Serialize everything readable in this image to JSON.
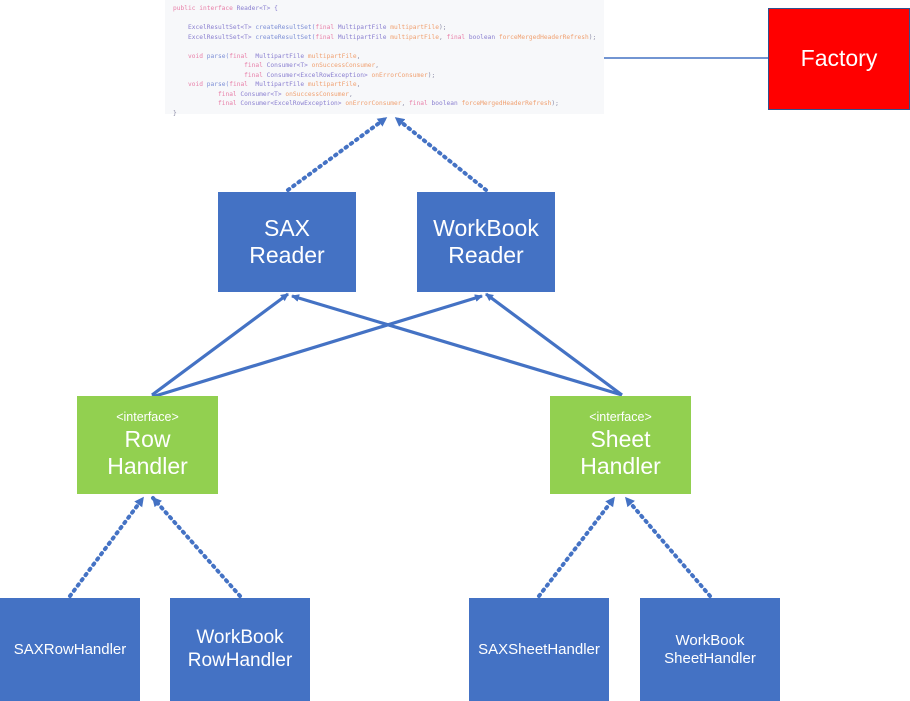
{
  "diagram": {
    "title": "Excel Reader UML class diagram",
    "colors": {
      "blue_class": "#4472C4",
      "green_interface": "#92D050",
      "red_factory": "#FF0000",
      "factory_border": "#2F528F",
      "edge_blue": "#4472C4",
      "code_bg": "#f7f8fa"
    }
  },
  "code": {
    "lines": [
      [
        {
          "t": "public interface ",
          "c": "kw"
        },
        {
          "t": "Reader<T> {",
          "c": "type"
        }
      ],
      [
        {
          "t": "",
          "c": "pl"
        }
      ],
      [
        {
          "t": "    ExcelResultSet<T> ",
          "c": "type"
        },
        {
          "t": "createResultSet(",
          "c": "fn"
        },
        {
          "t": "final",
          "c": "kw"
        },
        {
          "t": " MultipartFile ",
          "c": "type"
        },
        {
          "t": "multipartFile",
          "c": "var"
        },
        {
          "t": ");",
          "c": "punct"
        }
      ],
      [
        {
          "t": "    ExcelResultSet<T> ",
          "c": "type"
        },
        {
          "t": "createResultSet(",
          "c": "fn"
        },
        {
          "t": "final",
          "c": "kw"
        },
        {
          "t": " MultipartFile ",
          "c": "type"
        },
        {
          "t": "multipartFile",
          "c": "var"
        },
        {
          "t": ", ",
          "c": "punct"
        },
        {
          "t": "final",
          "c": "kw"
        },
        {
          "t": " boolean ",
          "c": "type"
        },
        {
          "t": "forceMergedHeaderRefresh",
          "c": "var"
        },
        {
          "t": ");",
          "c": "punct"
        }
      ],
      [
        {
          "t": "",
          "c": "pl"
        }
      ],
      [
        {
          "t": "    void ",
          "c": "kw"
        },
        {
          "t": "parse(",
          "c": "fn"
        },
        {
          "t": "final",
          "c": "kw"
        },
        {
          "t": "  MultipartFile ",
          "c": "type"
        },
        {
          "t": "multipartFile",
          "c": "var"
        },
        {
          "t": ",",
          "c": "punct"
        }
      ],
      [
        {
          "t": "                   ",
          "c": "pl"
        },
        {
          "t": "final",
          "c": "kw"
        },
        {
          "t": " Consumer<T> ",
          "c": "type"
        },
        {
          "t": "onSuccessConsumer",
          "c": "var"
        },
        {
          "t": ",",
          "c": "punct"
        }
      ],
      [
        {
          "t": "                   ",
          "c": "pl"
        },
        {
          "t": "final",
          "c": "kw"
        },
        {
          "t": " Consumer<ExcelRowException> ",
          "c": "type"
        },
        {
          "t": "onErrorConsumer",
          "c": "var"
        },
        {
          "t": ");",
          "c": "punct"
        }
      ],
      [
        {
          "t": "    void ",
          "c": "kw"
        },
        {
          "t": "parse(",
          "c": "fn"
        },
        {
          "t": "final",
          "c": "kw"
        },
        {
          "t": "  MultipartFile ",
          "c": "type"
        },
        {
          "t": "multipartFile",
          "c": "var"
        },
        {
          "t": ",",
          "c": "punct"
        }
      ],
      [
        {
          "t": "            ",
          "c": "pl"
        },
        {
          "t": "final",
          "c": "kw"
        },
        {
          "t": " Consumer<T> ",
          "c": "type"
        },
        {
          "t": "onSuccessConsumer",
          "c": "var"
        },
        {
          "t": ",",
          "c": "punct"
        }
      ],
      [
        {
          "t": "            ",
          "c": "pl"
        },
        {
          "t": "final",
          "c": "kw"
        },
        {
          "t": " Consumer<ExcelRowException> ",
          "c": "type"
        },
        {
          "t": "onErrorConsumer",
          "c": "var"
        },
        {
          "t": ", ",
          "c": "punct"
        },
        {
          "t": "final",
          "c": "kw"
        },
        {
          "t": " boolean ",
          "c": "type"
        },
        {
          "t": "forceMergedHeaderRefresh",
          "c": "var"
        },
        {
          "t": ");",
          "c": "punct"
        }
      ],
      [
        {
          "t": "}",
          "c": "punct"
        }
      ]
    ]
  },
  "nodes": {
    "factory": {
      "label": "Factory"
    },
    "sax_reader": {
      "line1": "SAX",
      "line2": "Reader"
    },
    "workbook_reader": {
      "line1": "WorkBook",
      "line2": "Reader"
    },
    "row_handler": {
      "stereotype": "<interface>",
      "line1": "Row",
      "line2": "Handler"
    },
    "sheet_handler": {
      "stereotype": "<interface>",
      "line1": "Sheet",
      "line2": "Handler"
    },
    "sax_row_handler": {
      "label": "SAXRowHandler"
    },
    "workbook_row_handler": {
      "line1": "WorkBook",
      "line2": "RowHandler"
    },
    "sax_sheet_handler": {
      "label": "SAXSheetHandler"
    },
    "workbook_sheet_handler": {
      "line1": "WorkBook",
      "line2": "SheetHandler"
    }
  }
}
